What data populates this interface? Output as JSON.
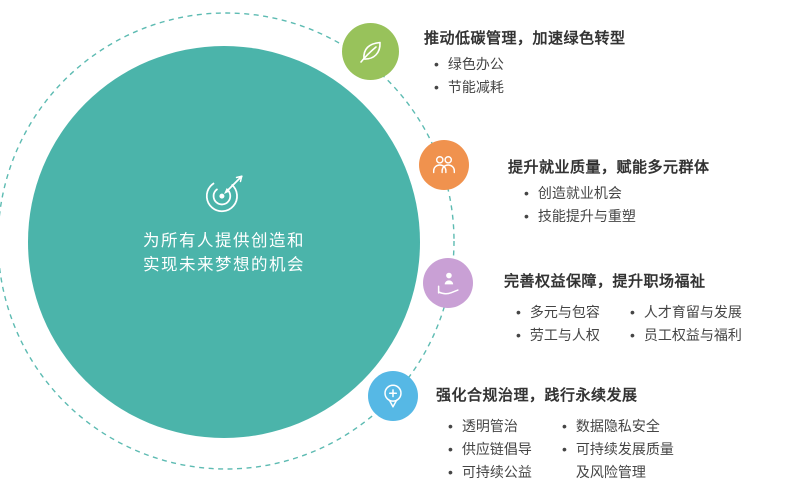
{
  "colors": {
    "main_circle": "#4bb4aa",
    "dashed_orbit": "#4bb4aa",
    "node_green": "#98c25b",
    "node_orange": "#f0924e",
    "node_purple": "#c9a0d5",
    "node_blue": "#56b8e5",
    "text_dark": "#333333",
    "center_text": "#ffffff"
  },
  "center": {
    "icon": "target-dart-icon",
    "line1": "为所有人提供创造和",
    "line2": "实现未来梦想的机会"
  },
  "sections": [
    {
      "id": "low-carbon",
      "icon": "leaf-icon",
      "color": "#98c25b",
      "title": "推动低碳管理，加速绿色转型",
      "items": [
        "绿色办公",
        "节能减耗"
      ]
    },
    {
      "id": "employment",
      "icon": "people-icon",
      "color": "#f0924e",
      "title": "提升就业质量，赋能多元群体",
      "items": [
        "创造就业机会",
        "技能提升与重塑"
      ]
    },
    {
      "id": "rights-welfare",
      "icon": "person-in-hand-icon",
      "color": "#c9a0d5",
      "title": "完善权益保障，提升职场福祉",
      "cols": [
        [
          "多元与包容",
          "劳工与人权"
        ],
        [
          "人才育留与发展",
          "员工权益与福利"
        ]
      ]
    },
    {
      "id": "governance",
      "icon": "badge-plus-icon",
      "color": "#56b8e5",
      "title": "强化合规治理，践行永续发展",
      "cols": [
        [
          "透明管治",
          "供应链倡导",
          "可持续公益"
        ],
        [
          "数据隐私安全",
          "可持续发展质量",
          "及风险管理"
        ]
      ]
    }
  ]
}
